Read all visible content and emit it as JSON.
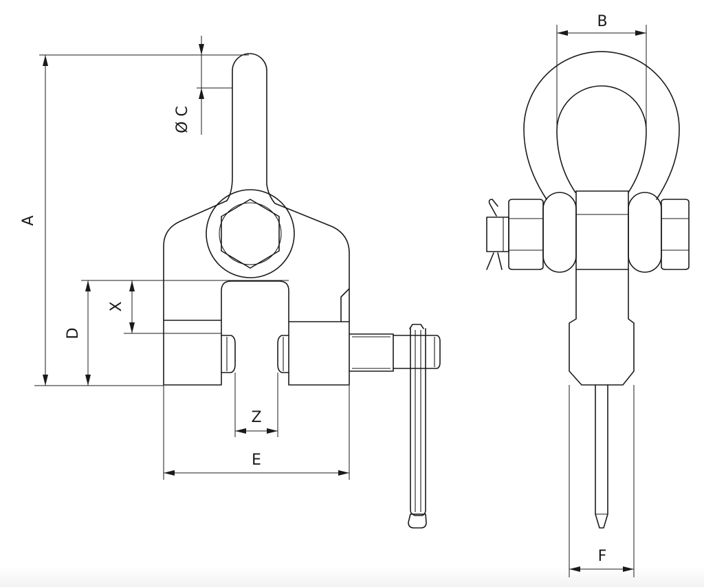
{
  "dimension_labels": {
    "A": "A",
    "B": "B",
    "C": "Ø C",
    "D": "D",
    "E": "E",
    "F": "F",
    "X": "X",
    "Z": "Z"
  }
}
